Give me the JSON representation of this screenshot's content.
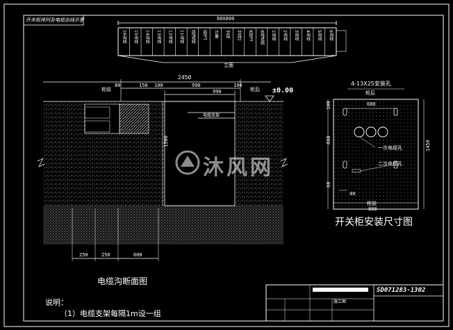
{
  "drawing": {
    "corner_label": "开关柜排列及电缆出线示意",
    "top_dim": "80X800",
    "panel_row_label": "立面",
    "panel_cells": [
      "16出线",
      "15出线",
      "14出线",
      "13出线",
      "12出线",
      "11出线",
      "I段进线",
      "I段PT",
      "计量",
      "分段",
      "分段2",
      "II段PT",
      "II段进线",
      "1出线",
      "2出线",
      "3出线",
      "4出线",
      "5出线",
      "6出线"
    ]
  },
  "section": {
    "dim_top": "2450",
    "dim_left_tick": "80",
    "dim_150": "150",
    "dim_100": "100",
    "dim_990": "990",
    "dim_990b": "990",
    "dim_100b": "100",
    "label_left": "柜前",
    "label_right": "柜后",
    "level": "±0.00",
    "depth": "1500",
    "bracket_label": "电缆支架",
    "dim_250a": "250",
    "dim_250b": "250",
    "dim_600": "600",
    "caption": "电缆沟断面图"
  },
  "install": {
    "holes_label": "4-13X25安装孔",
    "back_label": "柜后",
    "width_dim": "680",
    "inner_dim": "680",
    "depth_dim": "1450",
    "side_dim": "860",
    "left_dim": "100",
    "left_dim2": "60",
    "primary_cable": "一次电缆孔",
    "secondary_cable": "二次电缆孔",
    "bottom_dim": "40",
    "front_label": "柜前",
    "front_dim": "800",
    "caption": "开关柜安装尺寸图"
  },
  "notes": {
    "title": "说明：",
    "item1": "（1）电缆支架每隔1m设一组"
  },
  "title_block": {
    "drawing_no": "SD071283-1302",
    "row_label": "施工图"
  },
  "watermark": "沐风网",
  "colors": {
    "background": "#000000",
    "line": "#ffffff",
    "dim": "#ffffff",
    "accent": "#ffffff"
  }
}
